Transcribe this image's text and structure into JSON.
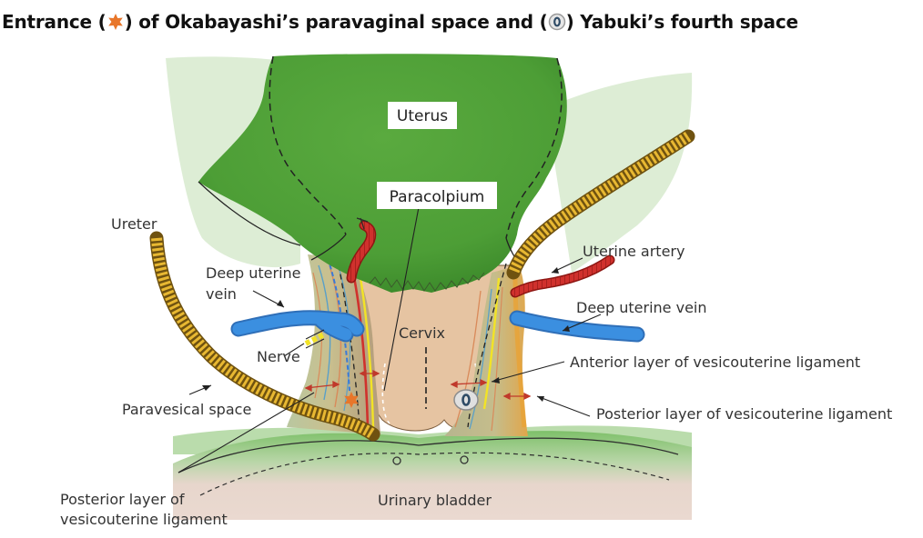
{
  "title": {
    "part1": "Entrance (",
    "part2": ") of Okabayashi’s paravaginal space and (",
    "part3": ") Yabuki’s fourth space"
  },
  "labels": {
    "uterus": "Uterus",
    "paracolpium": "Paracolpium",
    "cervix": "Cervix",
    "ureter": "Ureter",
    "deep_uterine_vein_left_line1": "Deep uterine",
    "deep_uterine_vein_left_line2": "vein",
    "nerve": "Nerve",
    "paravesical_space": "Paravesical space",
    "posterior_layer_left_line1": "Posterior layer of",
    "posterior_layer_left_line2": "vesicouterine ligament",
    "urinary_bladder": "Urinary bladder",
    "uterine_artery": "Uterine artery",
    "deep_uterine_vein_right": "Deep uterine vein",
    "anterior_layer_right": "Anterior layer of vesicouterine ligament",
    "posterior_layer_right": "Posterior layer of vesicouterine ligament"
  },
  "colors": {
    "uterus_green": "#4fa33a",
    "uterus_dark": "#3b8a2b",
    "cervix_tan": "#e6c4a2",
    "ureter_yellow": "#e8b832",
    "vein_blue": "#3b8fe0",
    "artery_red": "#d0312d",
    "nerve_yellow": "#f2e326",
    "star_orange": "#e8762a",
    "bladder_pink": "#e9d8cf"
  },
  "icons": {
    "okabayashi_marker": "orange-star-icon",
    "yabuki_marker": "ring-o-icon"
  }
}
